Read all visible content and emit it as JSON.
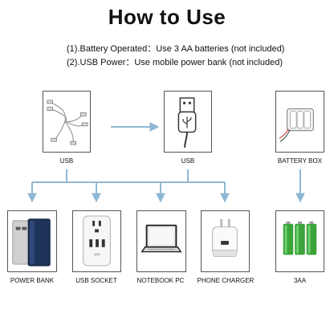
{
  "title": "How to Use",
  "notes": {
    "battery": "(1).Battery Operated：Use 3 AA batteries (not included)",
    "usb": "(2).USB Power：Use mobile power bank (not included)"
  },
  "labels": {
    "usb_cable": "USB",
    "usb_plug": "USB",
    "battery_box": "BATTERY BOX",
    "power_bank": "POWER BANK",
    "usb_socket": "USB SOCKET",
    "notebook": "NOTEBOOK PC",
    "phone_charger": "PHONE CHARGER",
    "batteries": "3AA"
  },
  "colors": {
    "arrow": "#8fb7d4",
    "battery_green": "#3aa33a",
    "power_bank_blue": "#1e3358"
  },
  "icons": [
    "usb-cable-icon",
    "usb-plug-icon",
    "battery-box-icon",
    "power-bank-icon",
    "usb-socket-icon",
    "laptop-icon",
    "phone-charger-icon",
    "aa-batteries-icon"
  ]
}
